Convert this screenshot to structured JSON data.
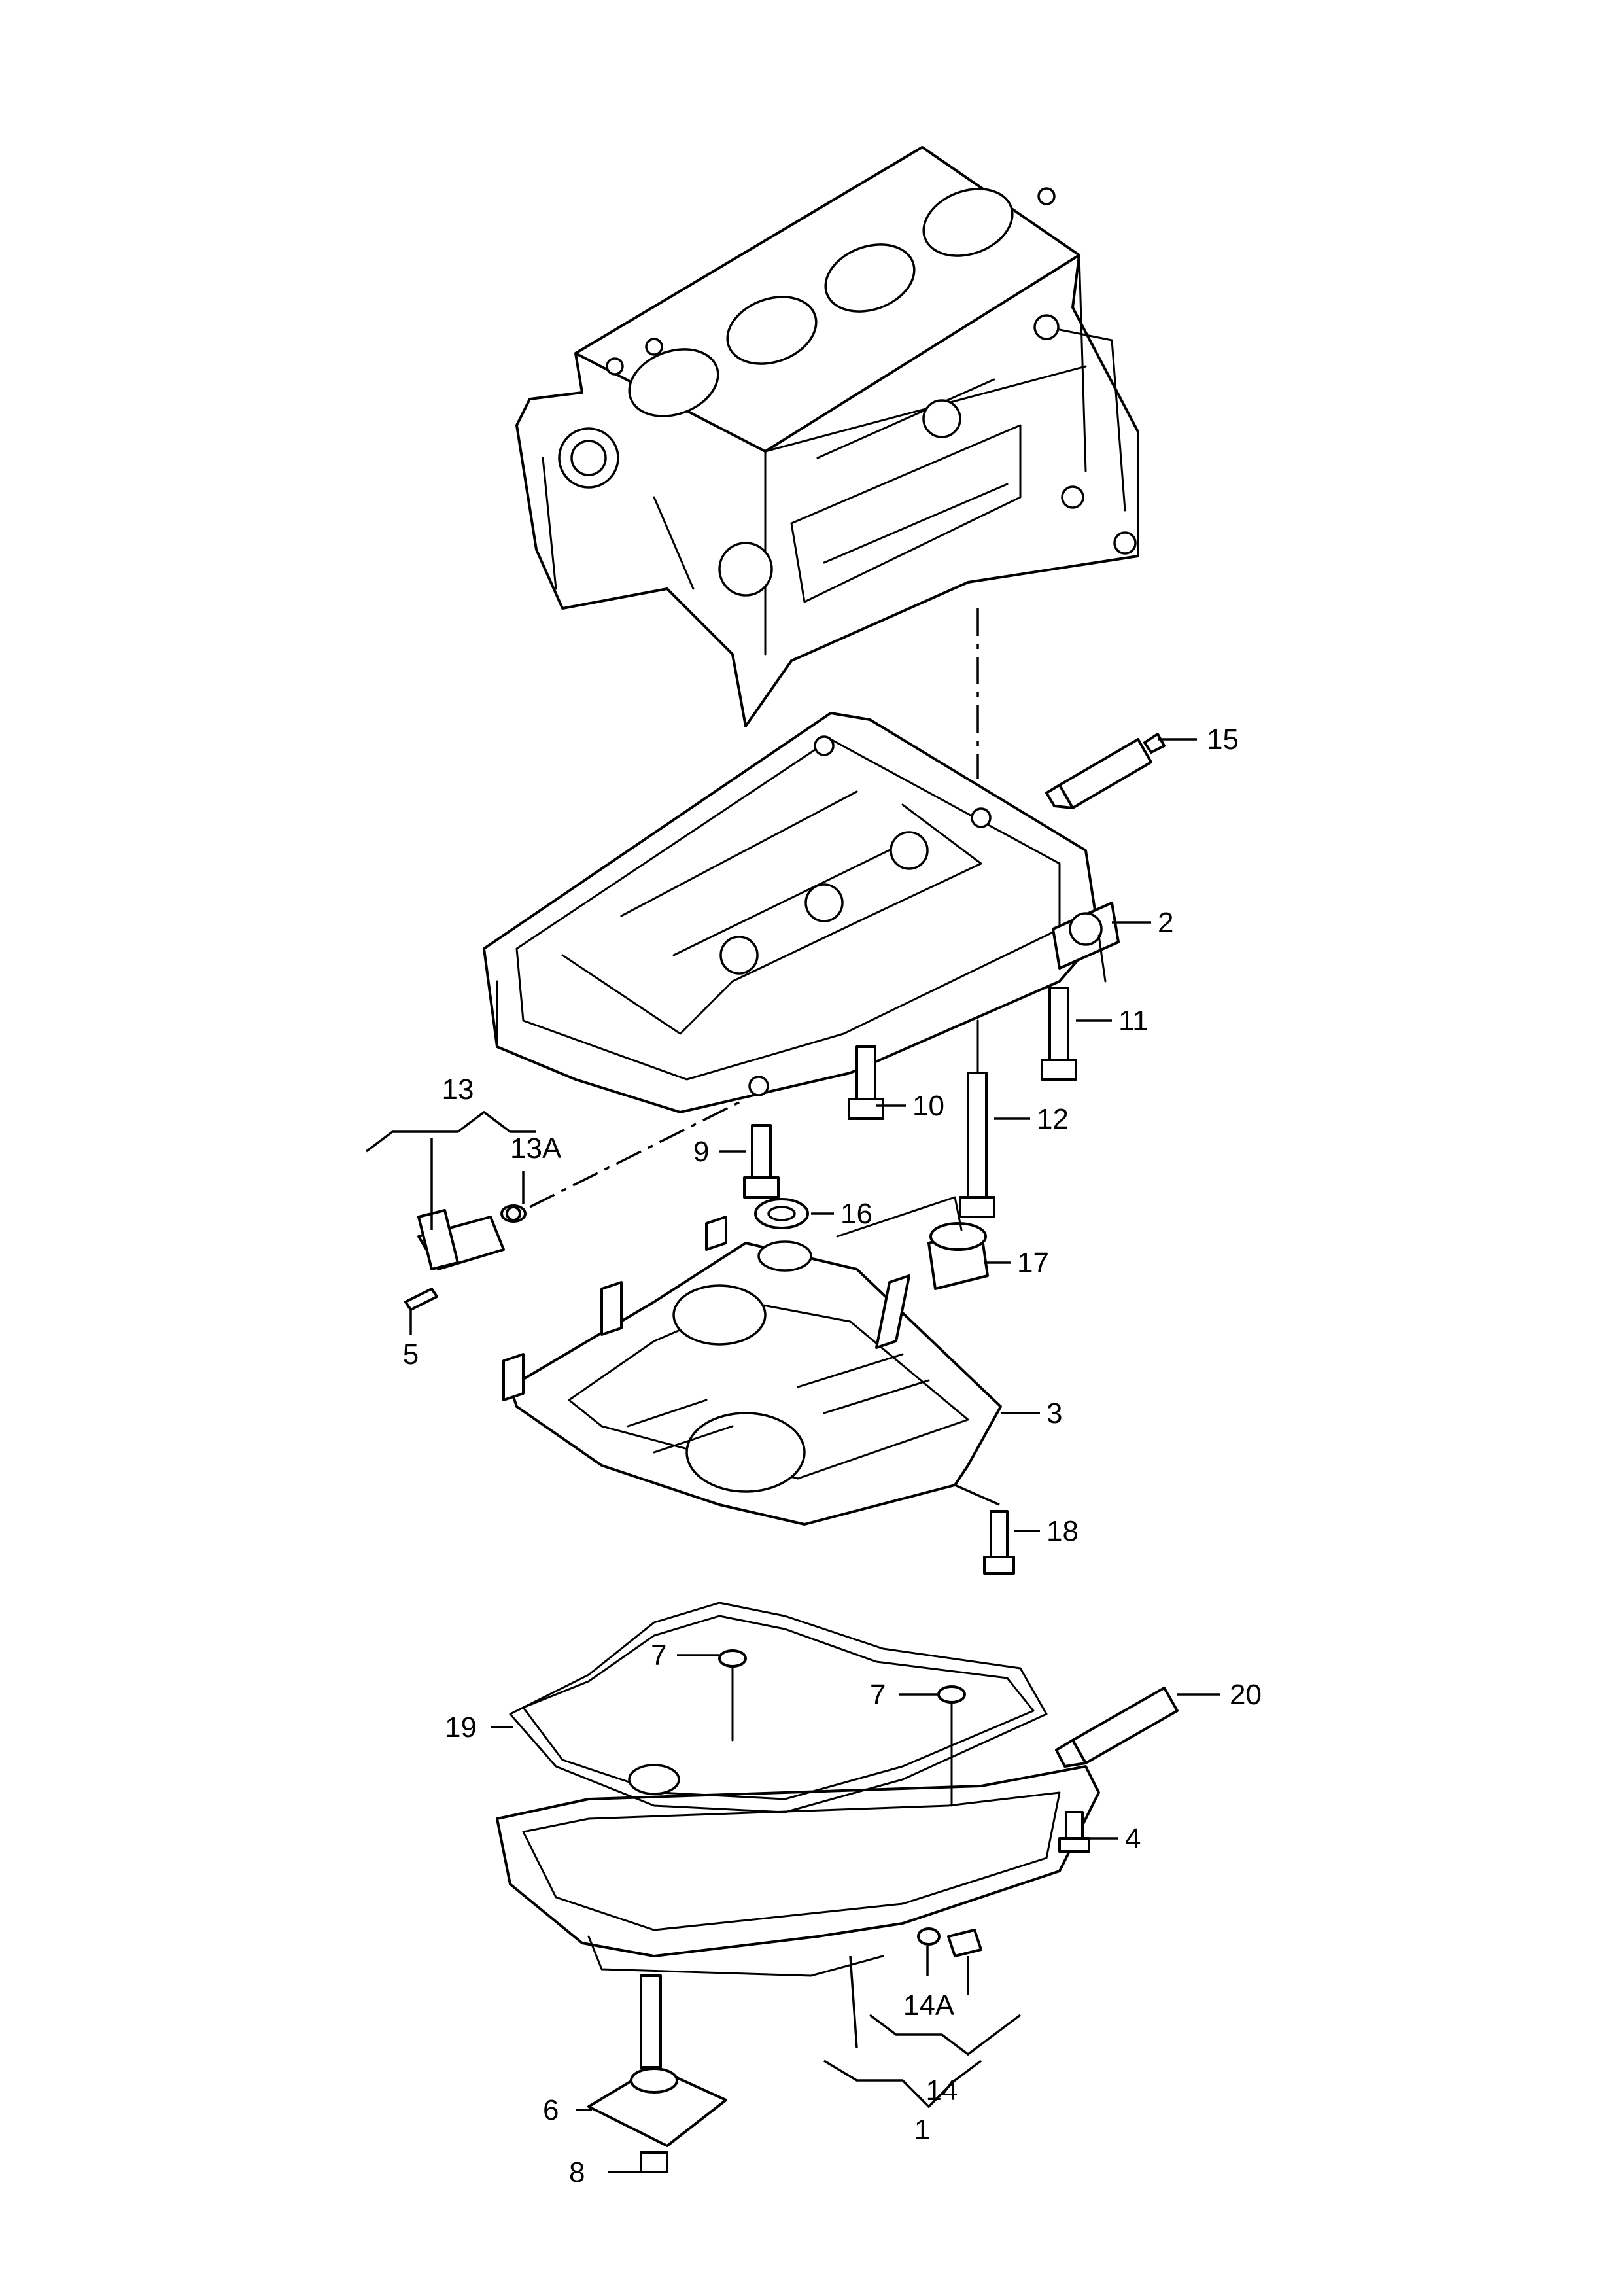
{
  "diagram": {
    "background": "#ffffff",
    "line_color": "#000000",
    "callouts": {
      "c1": "1",
      "c2": "2",
      "c3": "3",
      "c4": "4",
      "c5": "5",
      "c6": "6",
      "c7a": "7",
      "c7b": "7",
      "c8": "8",
      "c9": "9",
      "c10": "10",
      "c11": "11",
      "c12": "12",
      "c13": "13",
      "c13a": "13A",
      "c14": "14",
      "c14a": "14A",
      "c15": "15",
      "c16": "16",
      "c17": "17",
      "c18": "18",
      "c19": "19",
      "c20": "20"
    }
  }
}
